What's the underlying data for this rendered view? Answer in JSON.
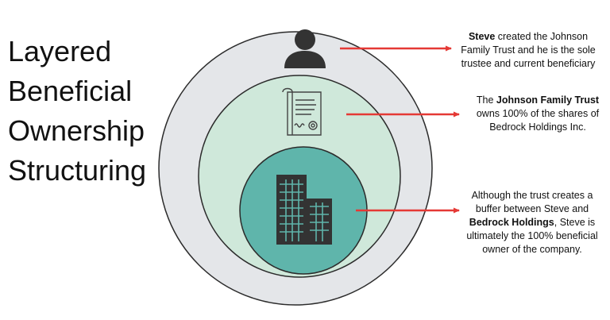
{
  "title_lines": [
    "Layered",
    "Beneficial",
    "Ownership",
    "Structuring"
  ],
  "colors": {
    "outer_circle": "#e4e6e9",
    "middle_circle": "#cfe8da",
    "inner_circle": "#5fb5ab",
    "circle_stroke": "#2b2b2b",
    "arrow": "#e53935",
    "icon": "#333333"
  },
  "icons": {
    "person": "person-icon",
    "trust_document": "certificate-document-icon",
    "company": "office-buildings-icon"
  },
  "notes": {
    "person": {
      "bold": "Steve",
      "text_before": "",
      "text_after": " created the Johnson Family Trust and he is the sole trustee and current beneficiary"
    },
    "trust": {
      "text_before": "The ",
      "bold": "Johnson Family Trust",
      "text_after": " owns 100% of the shares of Bedrock Holdings Inc."
    },
    "company": {
      "text_before": "Although the trust creates a buffer between Steve and ",
      "bold": "Bedrock Holdings",
      "text_after": ", Steve is ultimately the 100% beneficial owner of the company."
    }
  }
}
